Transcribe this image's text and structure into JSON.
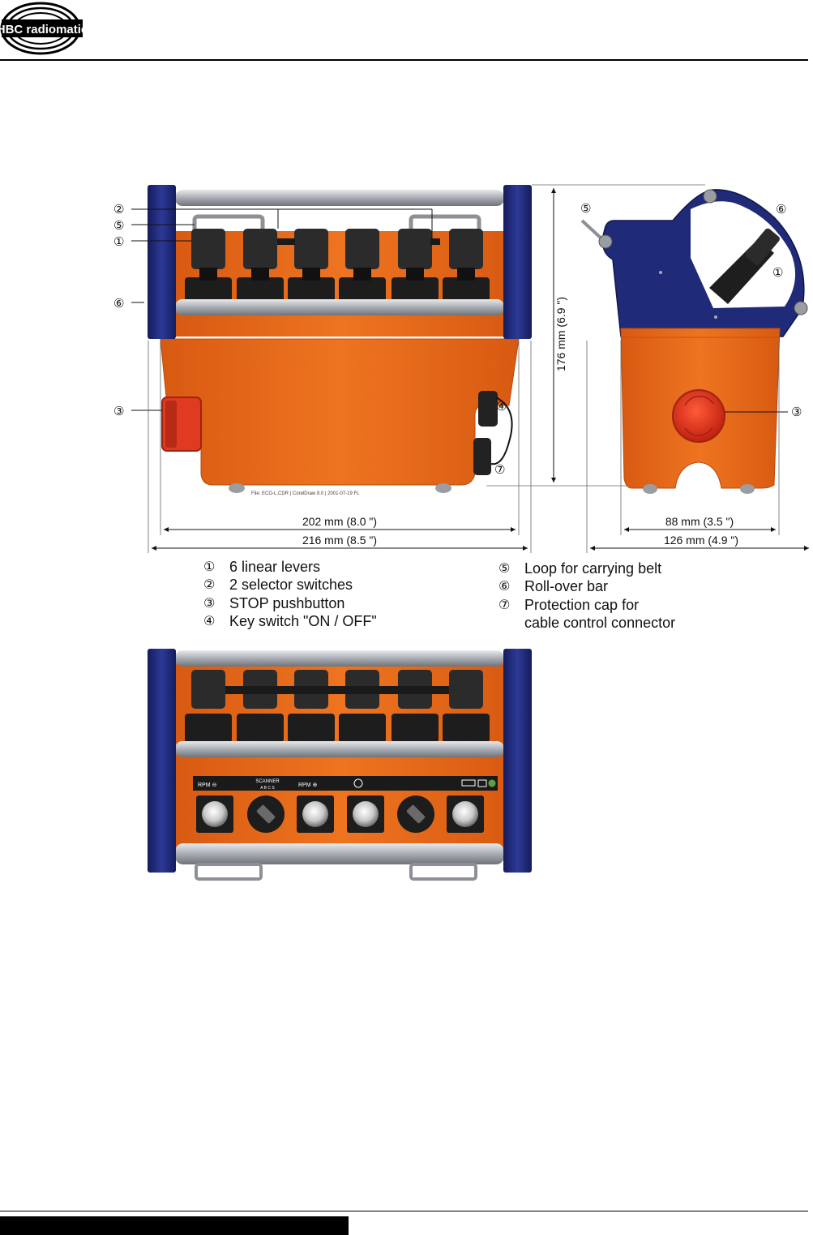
{
  "header": {
    "logo_text": "HBC radiomatic"
  },
  "diagram": {
    "file_note": "File: ECO-L.CDR | CorelDraw 8.0 | 2001-07-19 FL",
    "callout_numbers": [
      "①",
      "②",
      "③",
      "④",
      "⑤",
      "⑥",
      "⑦"
    ],
    "dimensions": {
      "front_inner_width": "202 mm (8.0 \")",
      "front_outer_width": "216 mm (8.5 \")",
      "height": "176 mm (6.9 \")",
      "side_inner_width": "88 mm (3.5 \")",
      "side_outer_width": "126 mm (4.9 \")"
    },
    "panel_labels": {
      "rpm_minus": "RPM ⊖",
      "scanner": "SCANNER",
      "scanner_positions": "A  B  C  S",
      "rpm_plus": "RPM ⊕"
    }
  },
  "legend": [
    {
      "num": "①",
      "text": "6 linear levers"
    },
    {
      "num": "②",
      "text": "2 selector switches"
    },
    {
      "num": "③",
      "text": "STOP pushbutton"
    },
    {
      "num": "④",
      "text": "Key switch \"ON / OFF\""
    },
    {
      "num": "⑤",
      "text": "Loop for carrying belt"
    },
    {
      "num": "⑥",
      "text": "Roll-over bar"
    },
    {
      "num": "⑦",
      "text": "Protection cap for",
      "continuation": "cable control connector"
    }
  ],
  "colors": {
    "housing_orange": "#e8671a",
    "frame_blue": "#1f2a78",
    "bar_gray": "#b8bcc2",
    "lever_black": "#2b2b2b",
    "stop_red": "#e03a20"
  }
}
